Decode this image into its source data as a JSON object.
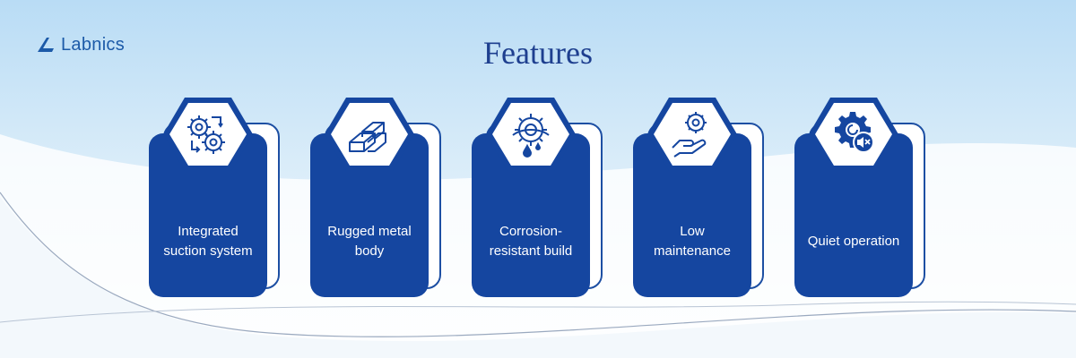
{
  "brand": {
    "name": "Labnics"
  },
  "title": "Features",
  "features": [
    {
      "label": "Integrated suction system",
      "icon": "gears-cycle-icon"
    },
    {
      "label": "Rugged metal body",
      "icon": "metal-bars-icon"
    },
    {
      "label": "Corrosion-resistant build",
      "icon": "gear-water-drop-icon"
    },
    {
      "label": "Low maintenance",
      "icon": "gear-hand-icon"
    },
    {
      "label": "Quiet operation",
      "icon": "gear-mute-speaker-icon"
    }
  ],
  "colors": {
    "primary": "#1546a0",
    "title": "#1e3f8f",
    "logo": "#1c5aa8",
    "background": "#cfe6f7"
  }
}
